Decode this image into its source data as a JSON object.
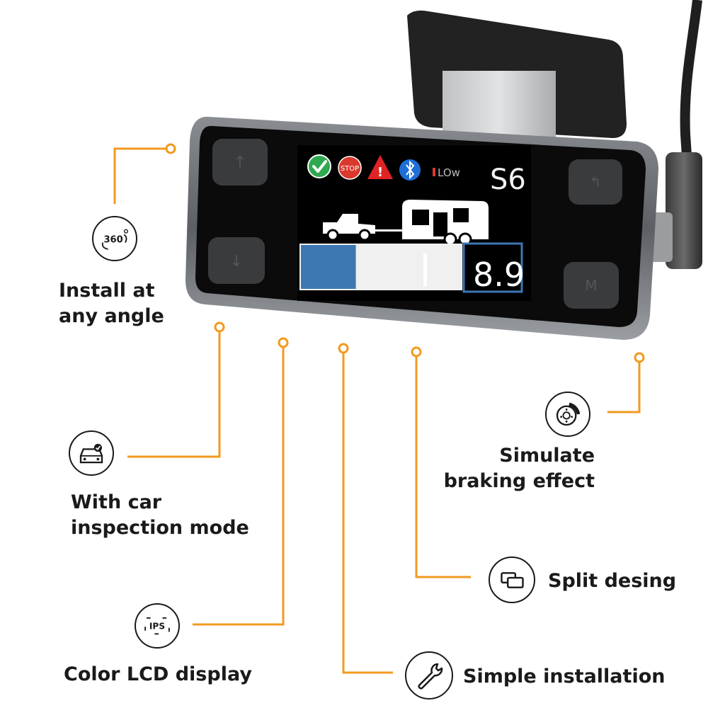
{
  "device": {
    "model": "S6",
    "low_badge": "LOw",
    "stop_sign": "STOP",
    "reading": "8.9",
    "gain_level": 0.52
  },
  "colors": {
    "callout_line": "#F29A1F",
    "bar_fill": "#3D78B3",
    "check_green": "#2FA84F",
    "stop_red": "#D9392D",
    "warning_red": "#E02424",
    "bluetooth_blue": "#1E6FD6"
  },
  "features": [
    {
      "label": "Install at\nany angle",
      "icon": "rotate-360-icon",
      "icon_text": "360"
    },
    {
      "label": "With car\ninspection mode",
      "icon": "car-check-icon"
    },
    {
      "label": "Color LCD display",
      "icon": "ips-screen-icon",
      "icon_text": "IPS"
    },
    {
      "label": "Simple installation",
      "icon": "wrench-icon"
    },
    {
      "label": "Split desing",
      "icon": "split-windows-icon"
    },
    {
      "label": "Simulate\nbraking effect",
      "icon": "brake-disc-icon"
    }
  ]
}
